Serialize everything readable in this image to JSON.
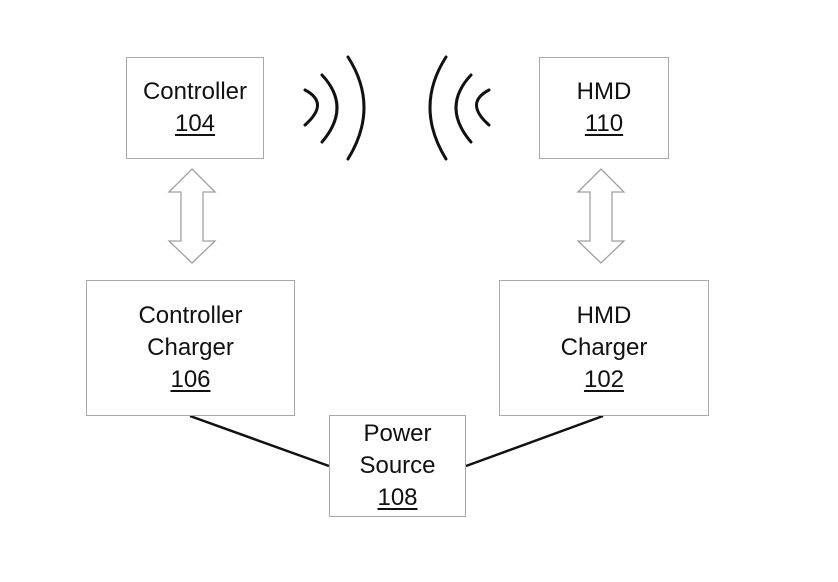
{
  "diagram": {
    "nodes": [
      {
        "id": "controller",
        "label_lines": [
          "Controller"
        ],
        "ref": "104"
      },
      {
        "id": "hmd",
        "label_lines": [
          "HMD"
        ],
        "ref": "110"
      },
      {
        "id": "controller_charger",
        "label_lines": [
          "Controller",
          "Charger"
        ],
        "ref": "106"
      },
      {
        "id": "hmd_charger",
        "label_lines": [
          "HMD",
          "Charger"
        ],
        "ref": "102"
      },
      {
        "id": "power_source",
        "label_lines": [
          "Power",
          "Source"
        ],
        "ref": "108"
      }
    ],
    "connections": [
      {
        "from": "controller",
        "to": "hmd",
        "type": "wireless"
      },
      {
        "from": "controller",
        "to": "controller_charger",
        "type": "bidirectional-arrow"
      },
      {
        "from": "hmd",
        "to": "hmd_charger",
        "type": "bidirectional-arrow"
      },
      {
        "from": "controller_charger",
        "to": "power_source",
        "type": "wire"
      },
      {
        "from": "hmd_charger",
        "to": "power_source",
        "type": "wire"
      }
    ],
    "colors": {
      "box_border": "#a8a8a8",
      "arrow_outline": "#a0a0a0",
      "line": "#111111",
      "text": "#111111",
      "background": "#ffffff"
    }
  }
}
